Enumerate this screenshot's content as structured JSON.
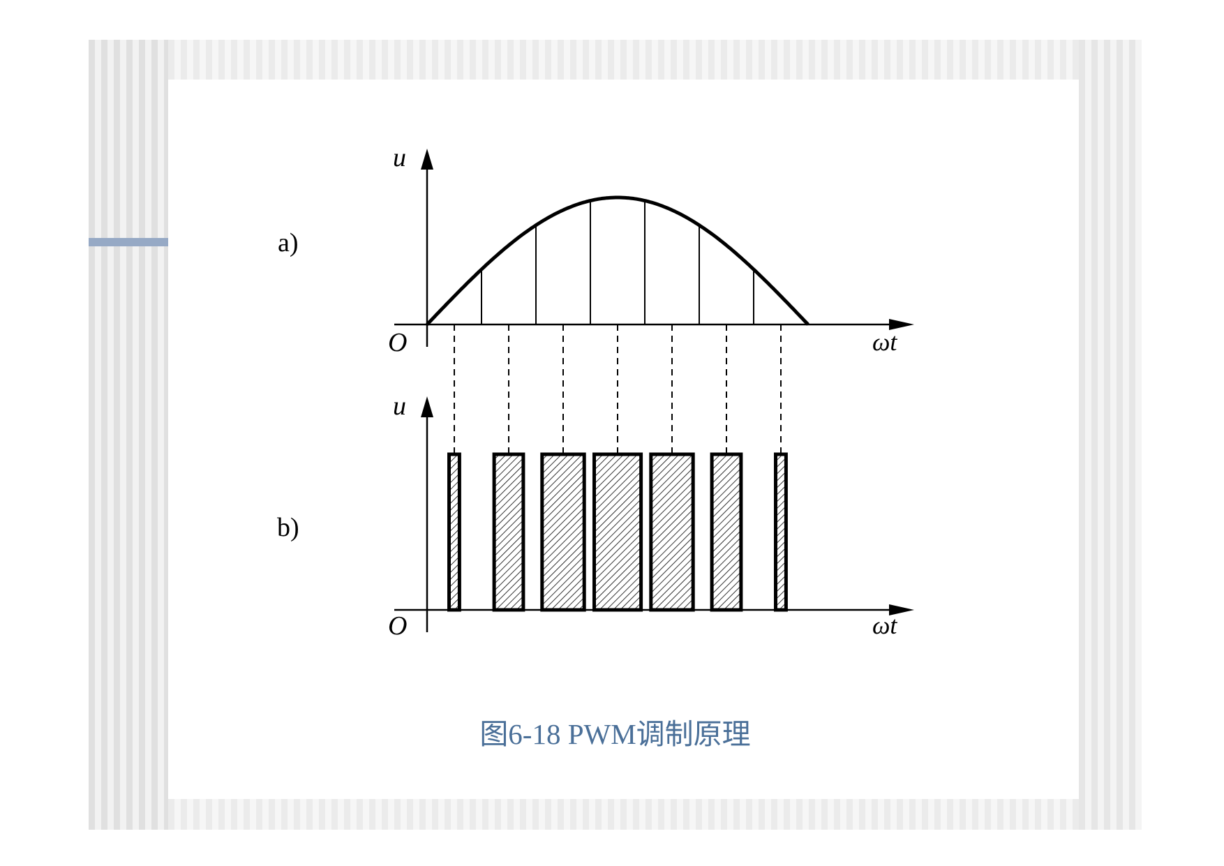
{
  "colors": {
    "accent": "#96a9c5",
    "caption": "#4a6f98",
    "ink": "#000000",
    "page_bg": "#ffffff"
  },
  "figure": {
    "caption": "图6-18 PWM调制原理",
    "panel_a": {
      "label": "a)",
      "y_axis_label": "u",
      "x_axis_label": "ωt",
      "origin_label": "O",
      "divisions": 7
    },
    "panel_b": {
      "label": "b)",
      "y_axis_label": "u",
      "x_axis_label": "ωt",
      "origin_label": "O",
      "pulse_count": 7
    }
  }
}
